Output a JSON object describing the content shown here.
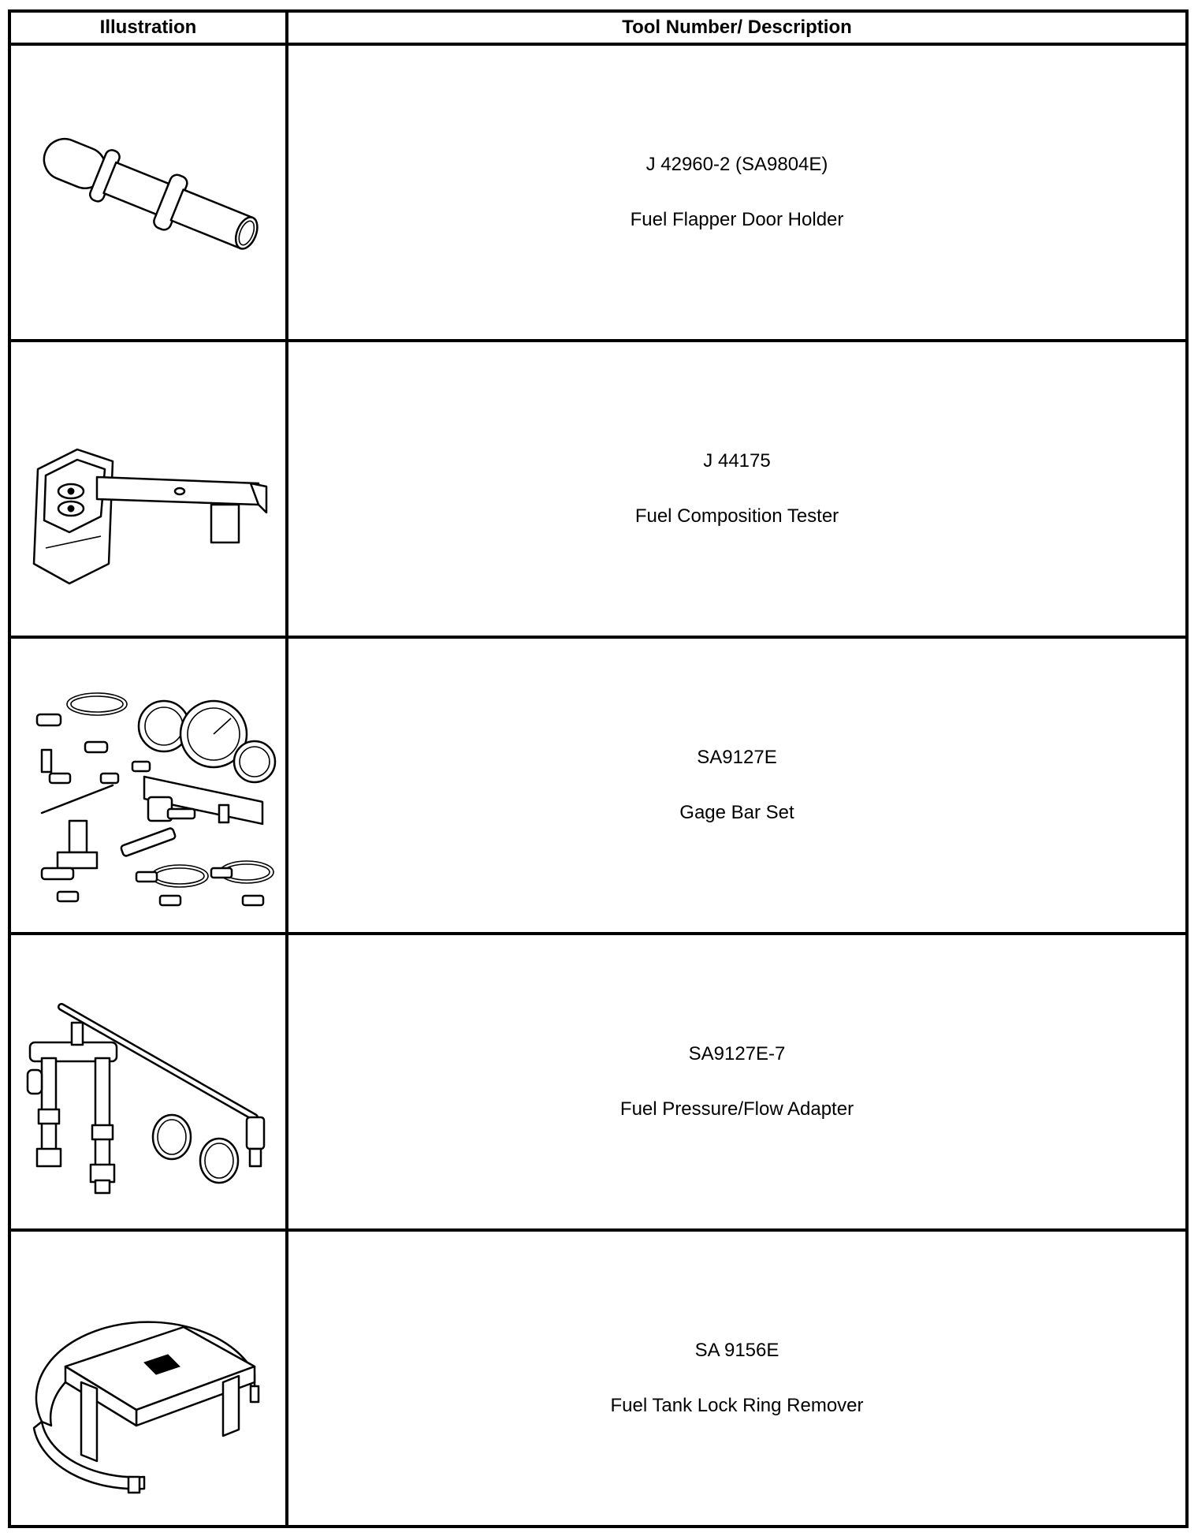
{
  "table": {
    "headers": {
      "illustration": "Illustration",
      "tool": "Tool Number/ Description"
    },
    "rows": [
      {
        "number": "J 42960-2 (SA9804E)",
        "description": "Fuel Flapper Door Holder",
        "icon": "flapper-door-holder-illustration"
      },
      {
        "number": "J 44175",
        "description": "Fuel Composition Tester",
        "icon": "composition-tester-illustration"
      },
      {
        "number": "SA9127E",
        "description": "Gage Bar Set",
        "icon": "gage-bar-set-illustration"
      },
      {
        "number": "SA9127E-7",
        "description": "Fuel Pressure/Flow Adapter",
        "icon": "pressure-flow-adapter-illustration"
      },
      {
        "number": "SA 9156E",
        "description": "Fuel Tank Lock Ring Remover",
        "icon": "lock-ring-remover-illustration"
      }
    ]
  }
}
